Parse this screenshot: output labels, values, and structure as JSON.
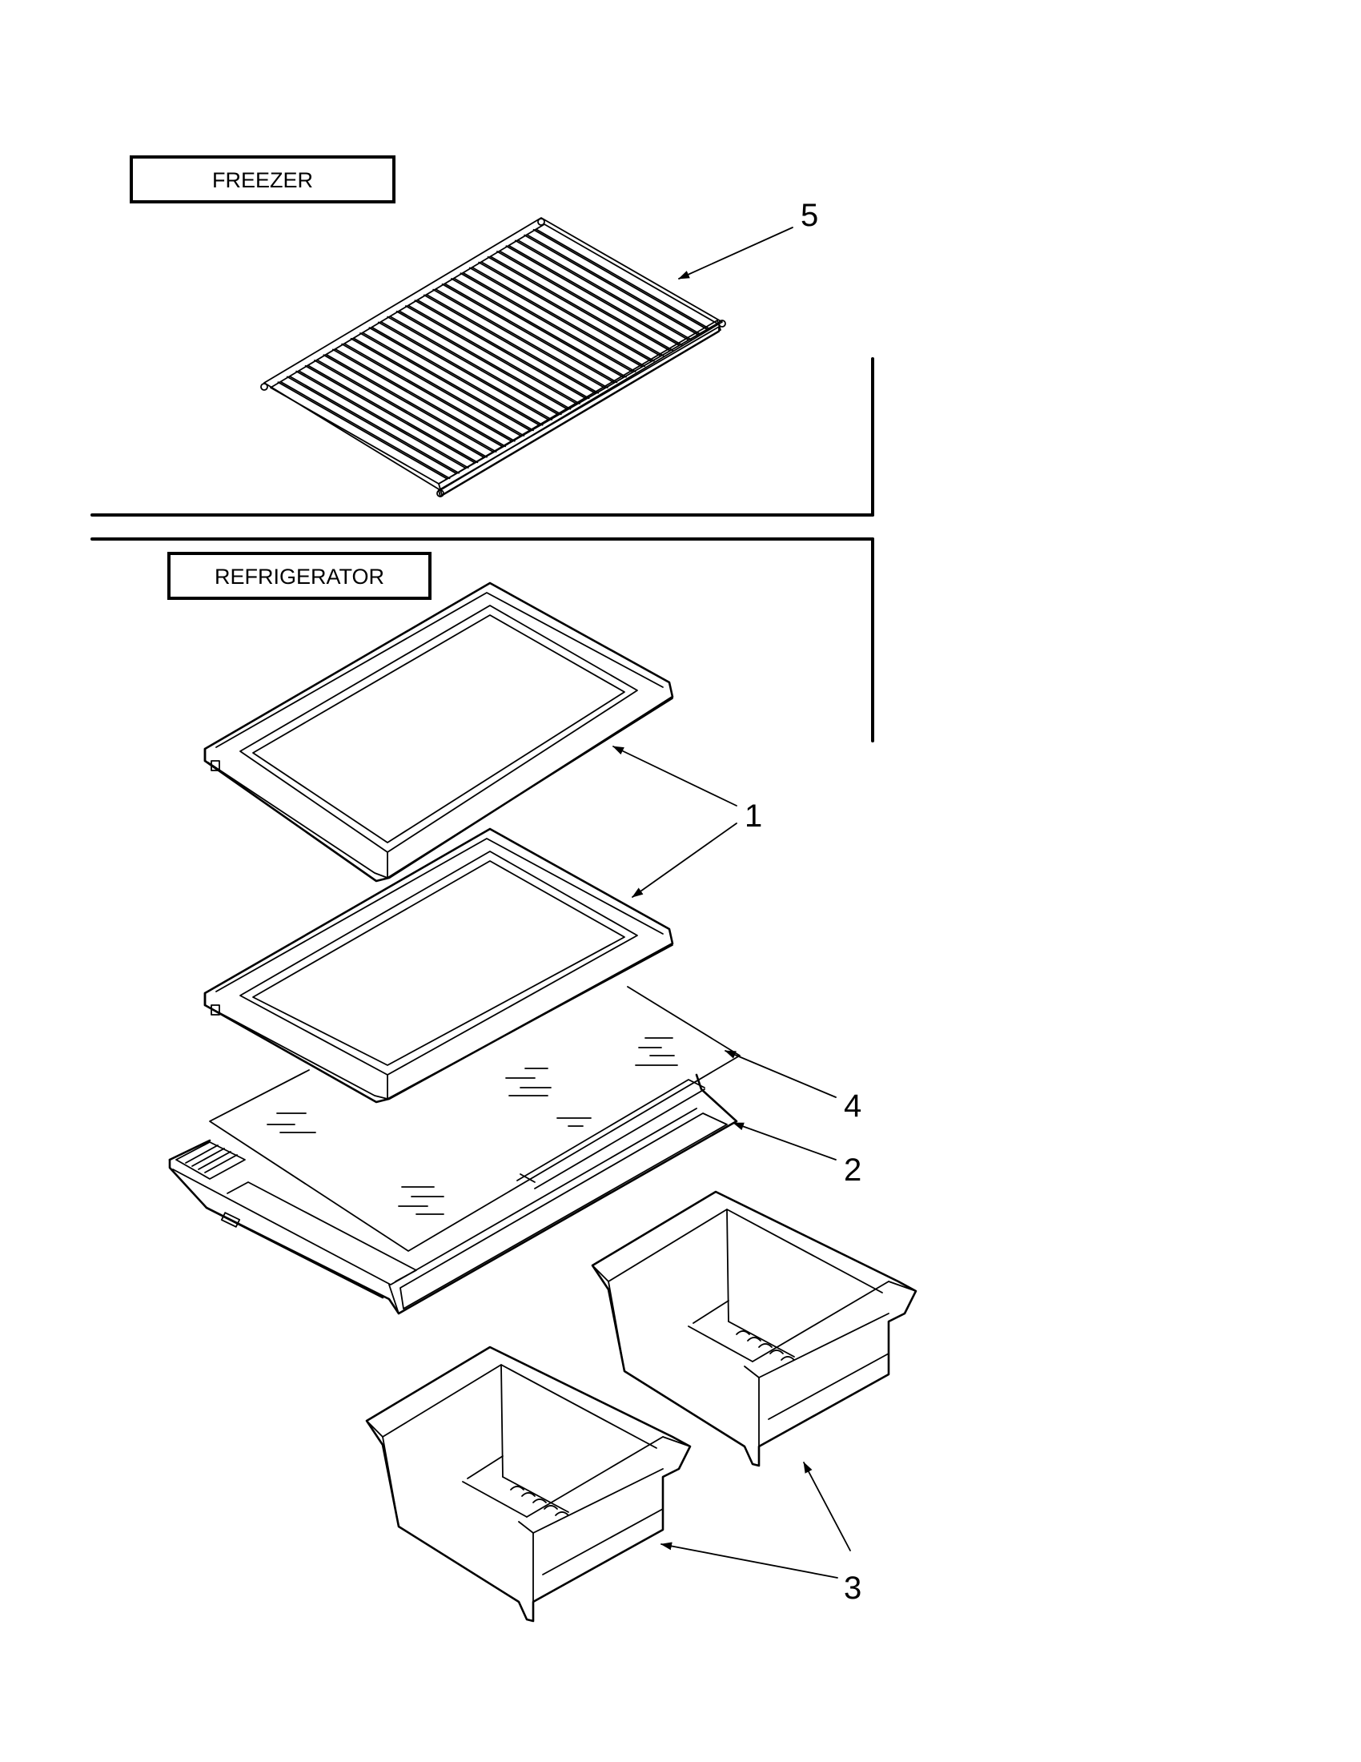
{
  "sections": {
    "freezer_label": "FREEZER",
    "refrigerator_label": "REFRIGERATOR"
  },
  "callouts": {
    "c1": "1",
    "c2": "2",
    "c3": "3",
    "c4": "4",
    "c5": "5"
  },
  "parts": {
    "p5": "freezer-wire-shelf",
    "p1": "refrigerator-glass-shelf",
    "p4": "glass-insert",
    "p2": "crisper-cover-frame",
    "p3": "crisper-drawer"
  }
}
